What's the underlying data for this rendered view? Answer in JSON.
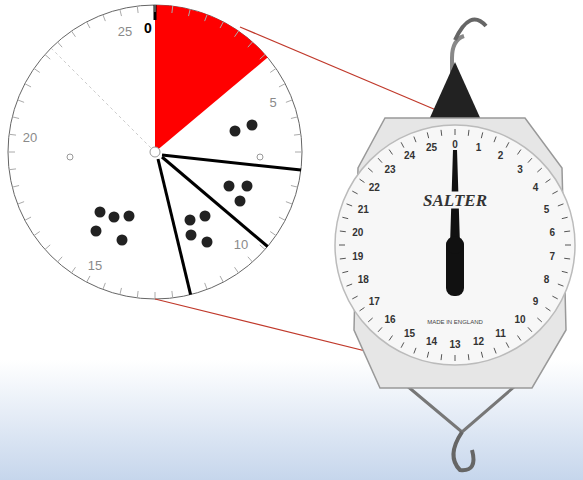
{
  "diagram": {
    "labels": [
      "25",
      "0",
      "5",
      "10",
      "15",
      "20",
      "0",
      "1",
      "2",
      "3",
      "4",
      "5",
      "6",
      "7",
      "8",
      "9",
      "10",
      "11",
      "12",
      "13",
      "14",
      "15",
      "16",
      "17",
      "18",
      "19",
      "20",
      "21",
      "22",
      "23",
      "24",
      "25",
      "SALTER",
      "MADE IN ENGLAND"
    ]
  }
}
